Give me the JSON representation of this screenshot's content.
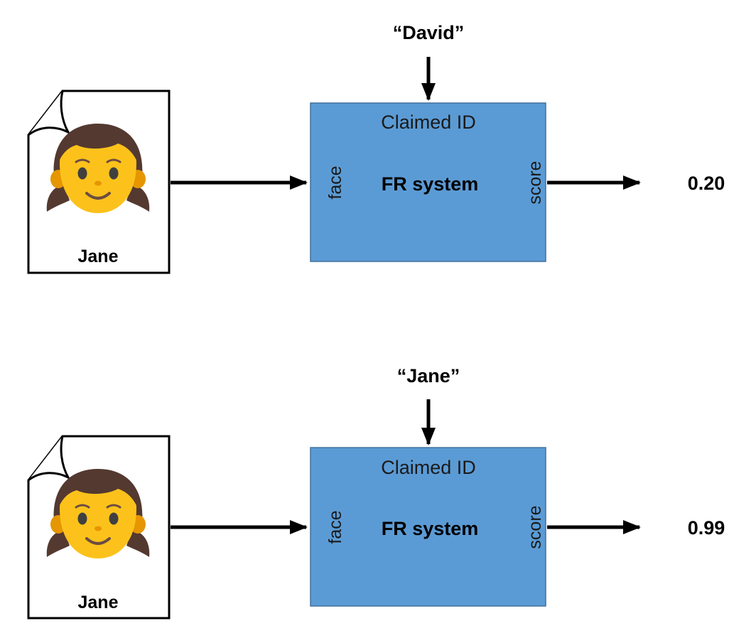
{
  "rows": [
    {
      "claimed_id": "“David”",
      "photo_name": "Jane",
      "box_title": "Claimed ID",
      "box_label": "FR system",
      "input_port": "face",
      "output_port": "score",
      "score": "0.20"
    },
    {
      "claimed_id": "“Jane”",
      "photo_name": "Jane",
      "box_title": "Claimed ID",
      "box_label": "FR system",
      "input_port": "face",
      "output_port": "score",
      "score": "0.99"
    }
  ],
  "colors": {
    "box_fill": "#5B9BD5",
    "box_stroke": "#41719C",
    "arrow": "#000000",
    "face_skin": "#FCC21B",
    "face_hair": "#543930"
  },
  "icons": {
    "photo_face": "girl-face-icon"
  }
}
